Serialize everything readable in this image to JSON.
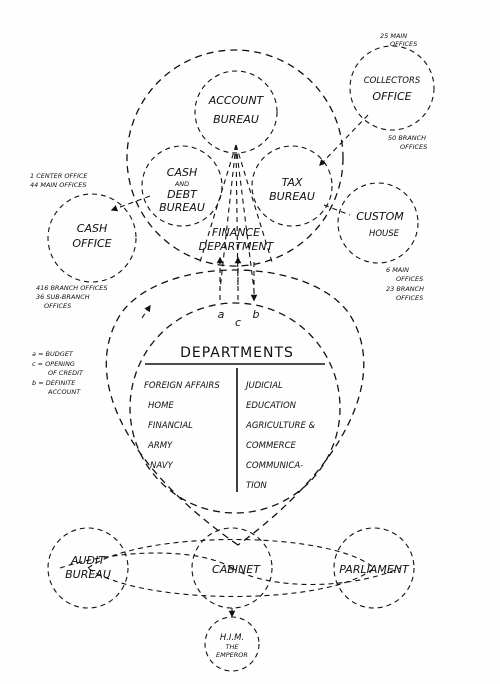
{
  "nodes": {
    "account_bureau": [
      "ACCOUNT",
      "BUREAU"
    ],
    "collectors_office": [
      "COLLECTORS",
      "OFFICE"
    ],
    "cash_debt_bureau": [
      "CASH",
      "AND",
      "DEBT",
      "BUREAU"
    ],
    "tax_bureau": [
      "TAX",
      "BUREAU"
    ],
    "cash_office": [
      "CASH",
      "OFFICE"
    ],
    "custom_house": [
      "CUSTOM",
      "HOUSE"
    ],
    "finance_department": [
      "FINANCE",
      "DEPARTMENT"
    ],
    "audit_bureau": [
      "AUDIT",
      "BUREAU"
    ],
    "cabinet": "CABINET",
    "parliament": "PARLIAMENT",
    "him": [
      "H.I.M.",
      "THE",
      "EMPEROR"
    ]
  },
  "notes": {
    "collectors_main": [
      "25 MAIN",
      "OFFICES"
    ],
    "collectors_branch": [
      "50 BRANCH",
      "OFFICES"
    ],
    "cash_office_top": [
      "1 CENTER OFFICE",
      "44 MAIN OFFICES"
    ],
    "cash_office_bottom": [
      "416 BRANCH OFFICES",
      "36 SUB-BRANCH",
      "OFFICES"
    ],
    "custom_bottom": [
      "6 MAIN",
      "OFFICES",
      "23 BRANCH",
      "OFFICES"
    ]
  },
  "flow_labels": [
    "a",
    "c",
    "b"
  ],
  "legend": [
    "a = BUDGET",
    "c = OPENING",
    "OF CREDIT",
    "b = DEFINITE",
    "ACCOUNT"
  ],
  "departments": {
    "title": "DEPARTMENTS",
    "left": [
      "FOREIGN AFFAIRS",
      "HOME",
      "FINANCIAL",
      "ARMY",
      "NAVY"
    ],
    "right": [
      "JUDICIAL",
      "EDUCATION",
      "AGRICULTURE &",
      "COMMERCE",
      "COMMUNICA-",
      "TION"
    ]
  }
}
